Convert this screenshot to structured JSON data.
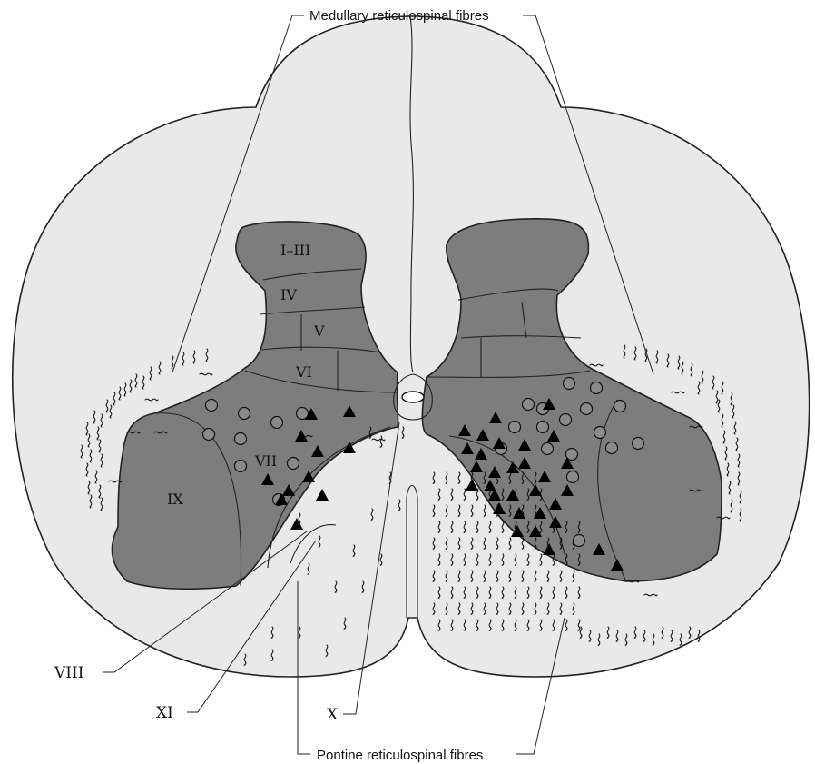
{
  "labels": {
    "medullary": "Medullary reticulospinal fibres",
    "pontine": "Pontine reticulospinal fibres",
    "lamina_i_iii": "I–III",
    "lamina_iv": "IV",
    "lamina_v": "V",
    "lamina_vi": "VI",
    "lamina_vii": "VII",
    "lamina_viii": "VIII",
    "lamina_ix": "IX",
    "lamina_x": "X",
    "lamina_xi": "XI"
  },
  "colors": {
    "white_matter": "#e9e9e9",
    "grey_matter": "#7d7d7d",
    "outline": "#222222",
    "circle_cell": "#8a8a8a",
    "triangle_cell": "#000000"
  }
}
